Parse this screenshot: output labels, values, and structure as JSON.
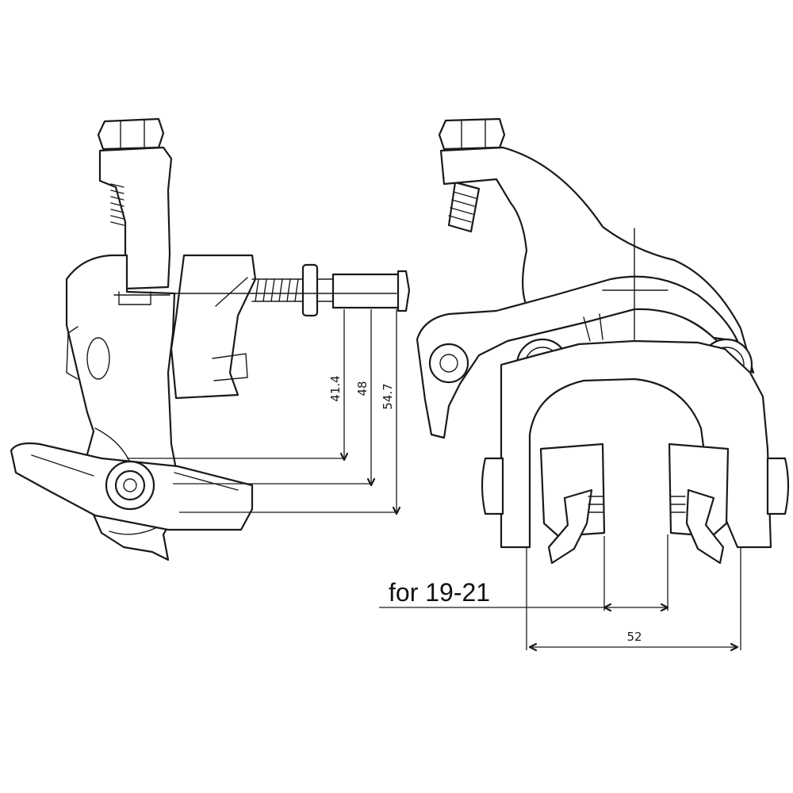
{
  "side_view": {
    "dimensions": [
      {
        "value": "41.4"
      },
      {
        "value": "48"
      },
      {
        "value": "54.7"
      }
    ]
  },
  "front_view": {
    "width_dimension": "52",
    "tire_label": "for 19-21"
  },
  "colors": {
    "line": "#1a1a1a",
    "background": "#ffffff"
  }
}
